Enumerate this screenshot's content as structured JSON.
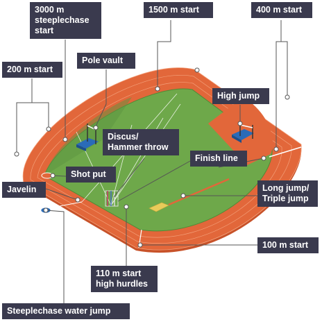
{
  "labels": {
    "start_3000m_steeplechase": "3000 m\nsteeplechase\nstart",
    "start_1500m": "1500 m start",
    "start_400m": "400 m start",
    "pole_vault": "Pole vault",
    "start_200m": "200 m start",
    "high_jump": "High jump",
    "discus_hammer": "Discus/\nHammer throw",
    "finish_line": "Finish line",
    "shot_put": "Shot put",
    "javelin": "Javelin",
    "long_triple_jump": "Long jump/\nTriple jump",
    "start_100m": "100 m start",
    "start_110m_hurdles": "110 m start\nhigh hurdles",
    "steeplechase_water_jump": "Steeplechase water jump"
  },
  "colors": {
    "track": "#e2673a",
    "track_dark": "#c85229",
    "field": "#6ea84a",
    "field_dark": "#5c9440",
    "label_bg": "#3a3a4e",
    "leader": "#555555",
    "landing_mat": "#2a6bb8"
  }
}
